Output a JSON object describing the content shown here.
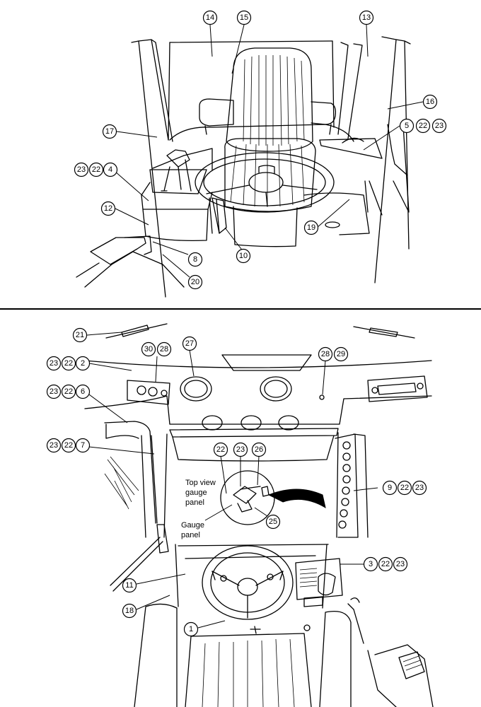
{
  "top_view": {
    "callouts": {
      "c14": "14",
      "c15": "15",
      "c13": "13",
      "c16": "16",
      "c17": "17",
      "c5": "5",
      "c22a": "22",
      "c23a": "23",
      "c23b": "23",
      "c22b": "22",
      "c4": "4",
      "c12": "12",
      "c19": "19",
      "c8": "8",
      "c10": "10",
      "c20": "20"
    }
  },
  "bottom_view": {
    "callouts": {
      "c21": "21",
      "c27": "27",
      "c30": "30",
      "c28a": "28",
      "c28b": "28",
      "c29": "29",
      "c23c": "23",
      "c22c": "22",
      "c2": "2",
      "c23d": "23",
      "c22d": "22",
      "c6": "6",
      "c23e": "23",
      "c22e": "22",
      "c7": "7",
      "c22f": "22",
      "c23f": "23",
      "c26": "26",
      "c25": "25",
      "c9": "9",
      "c22g": "22",
      "c23g": "23",
      "c3": "3",
      "c22h": "22",
      "c23h": "23",
      "c11": "11",
      "c18": "18",
      "c1": "1"
    },
    "labels": {
      "top_view_line1": "Top view",
      "top_view_line2": "gauge",
      "top_view_line3": "panel",
      "gauge_line1": "Gauge",
      "gauge_line2": "panel"
    }
  },
  "colors": {
    "ink": "#000000",
    "paper": "#ffffff"
  },
  "icons": [
    "operator-seat-icon",
    "steering-wheel-icon",
    "radio-icon",
    "air-vent-icon"
  ]
}
